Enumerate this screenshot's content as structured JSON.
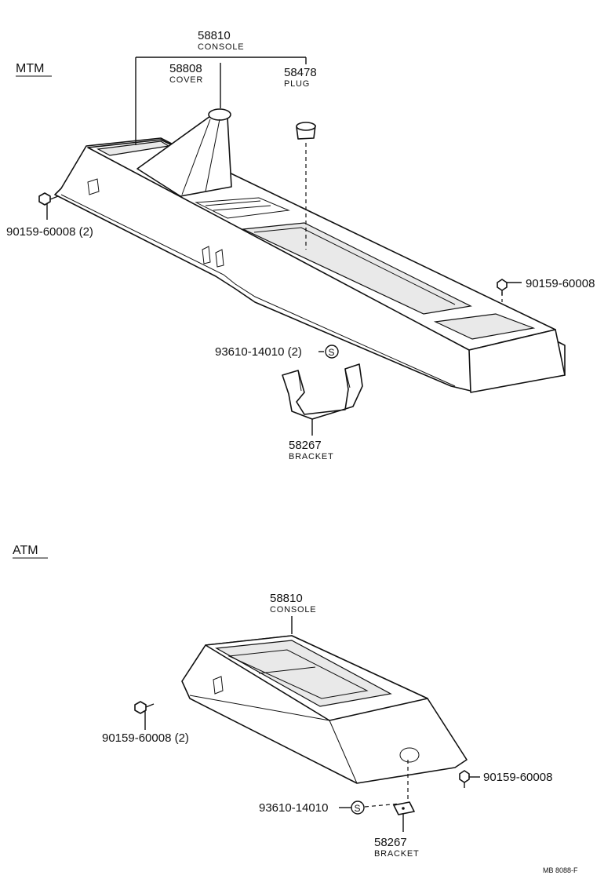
{
  "sections": {
    "mtm": {
      "heading": "MTM",
      "parts": {
        "console": {
          "number": "58810",
          "name": "CONSOLE"
        },
        "cover": {
          "number": "58808",
          "name": "COVER"
        },
        "plug": {
          "number": "58478",
          "name": "PLUG"
        },
        "screw_left": {
          "label": "90159-60008 (2)"
        },
        "screw_right": {
          "label": "90159-60008"
        },
        "nut": {
          "label": "93610-14010 (2)"
        },
        "bracket": {
          "number": "58267",
          "name": "BRACKET"
        }
      }
    },
    "atm": {
      "heading": "ATM",
      "parts": {
        "console": {
          "number": "58810",
          "name": "CONSOLE"
        },
        "screw_left": {
          "label": "90159-60008 (2)"
        },
        "screw_right": {
          "label": "90159-60008"
        },
        "nut": {
          "label": "93610-14010"
        },
        "bracket": {
          "number": "58267",
          "name": "BRACKET"
        }
      }
    }
  },
  "symbols": {
    "spec_mark": "S"
  },
  "footer": {
    "code": "MB 8088-F"
  }
}
